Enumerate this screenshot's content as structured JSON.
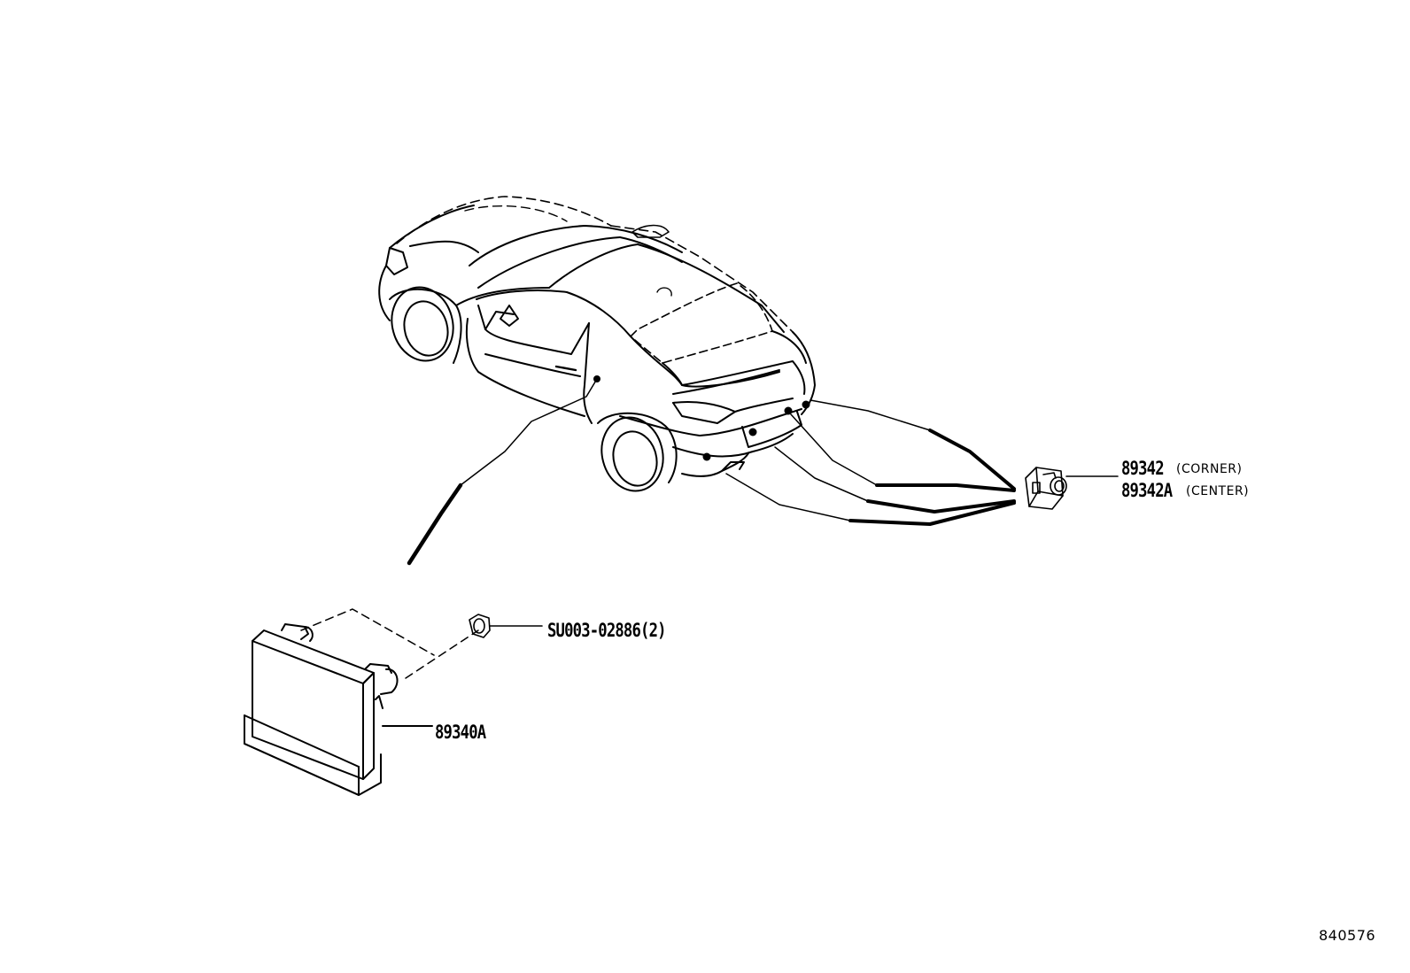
{
  "parts": {
    "sensor_corner": {
      "number": "89342",
      "note": "(CORNER)"
    },
    "sensor_center": {
      "number": "89342A",
      "note": "(CENTER)"
    },
    "nut": {
      "number": "SU003-02886(2)"
    },
    "ecu": {
      "number": "89340A"
    }
  },
  "illustration_code": "840576",
  "colors": {
    "line": "#000000",
    "background": "#ffffff"
  },
  "icons": [
    "vehicle-rear-view-icon",
    "ultrasonic-sensor-icon",
    "nut-icon",
    "control-module-icon"
  ]
}
